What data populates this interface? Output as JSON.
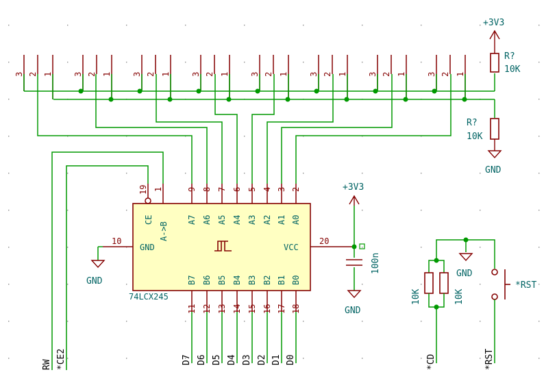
{
  "ic": {
    "part": "74LCX245",
    "pin_ce": {
      "name": "CE",
      "num": "19"
    },
    "pin_dir": {
      "name": "A->B",
      "num": "1"
    },
    "pin_gnd": {
      "name": "GND",
      "num": "10"
    },
    "pin_vcc": {
      "name": "VCC",
      "num": "20"
    },
    "a_pins": [
      {
        "name": "A7",
        "num": "9"
      },
      {
        "name": "A6",
        "num": "8"
      },
      {
        "name": "A5",
        "num": "7"
      },
      {
        "name": "A4",
        "num": "6"
      },
      {
        "name": "A3",
        "num": "5"
      },
      {
        "name": "A2",
        "num": "4"
      },
      {
        "name": "A1",
        "num": "3"
      },
      {
        "name": "A0",
        "num": "2"
      }
    ],
    "b_pins": [
      {
        "name": "B7",
        "num": "11"
      },
      {
        "name": "B6",
        "num": "12"
      },
      {
        "name": "B5",
        "num": "13"
      },
      {
        "name": "B4",
        "num": "14"
      },
      {
        "name": "B3",
        "num": "15"
      },
      {
        "name": "B2",
        "num": "16"
      },
      {
        "name": "B1",
        "num": "17"
      },
      {
        "name": "B0",
        "num": "18"
      }
    ]
  },
  "header_pins": [
    "3",
    "2",
    "1"
  ],
  "header_count": 8,
  "power": {
    "vcc_top": "+3V3",
    "vcc_ic": "+3V3",
    "gnd_left": "GND",
    "gnd_cap": "GND",
    "gnd_resistor": "GND",
    "gnd_switch": "GND"
  },
  "components": {
    "r_top": {
      "ref": "R?",
      "value": "10K"
    },
    "r_mid": {
      "ref": "R?",
      "value": "10K"
    },
    "cap": {
      "value": "100n"
    },
    "r_pair_left": {
      "value": "10K"
    },
    "r_pair_right": {
      "value": "10K"
    },
    "switch": {
      "label": "*RST"
    }
  },
  "nets": {
    "left": [
      "RW",
      "*CE2"
    ],
    "data": [
      "D7",
      "D6",
      "D5",
      "D4",
      "D3",
      "D2",
      "D1",
      "D0"
    ],
    "cd": "*CD",
    "rst": "*RST"
  }
}
